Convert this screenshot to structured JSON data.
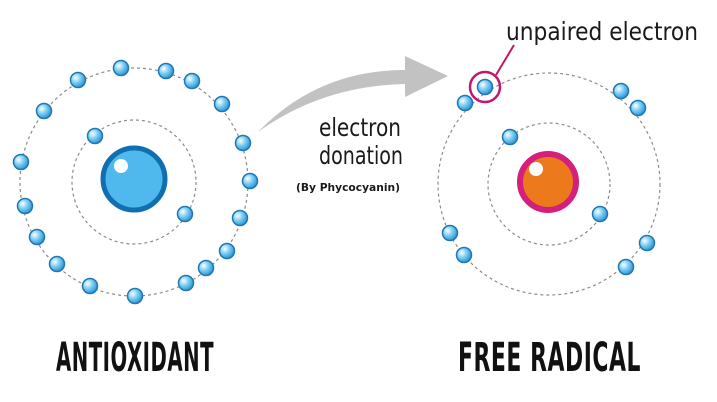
{
  "colors": {
    "orbit": "#8c8c8c",
    "electron_fill": "#5bc0f0",
    "electron_stroke": "#1f78b4",
    "antioxidant_nucleus": "#4fb9ee",
    "antioxidant_nucleus_ring": "#0f6fb0",
    "radical_nucleus": "#ec7a1c",
    "radical_nucleus_ring": "#d41f7c",
    "highlight_circle": "#c4166f",
    "arrow": "#c2c2c2",
    "text": "#111111"
  },
  "antioxidant": {
    "label": "ANTIOXIDANT"
  },
  "free_radical": {
    "label": "FREE RADICAL"
  },
  "annotations": {
    "unpaired_electron": "unpaired electron",
    "donation_line1": "electron",
    "donation_line2": "donation",
    "donor": "(By Phycocyanin)"
  }
}
